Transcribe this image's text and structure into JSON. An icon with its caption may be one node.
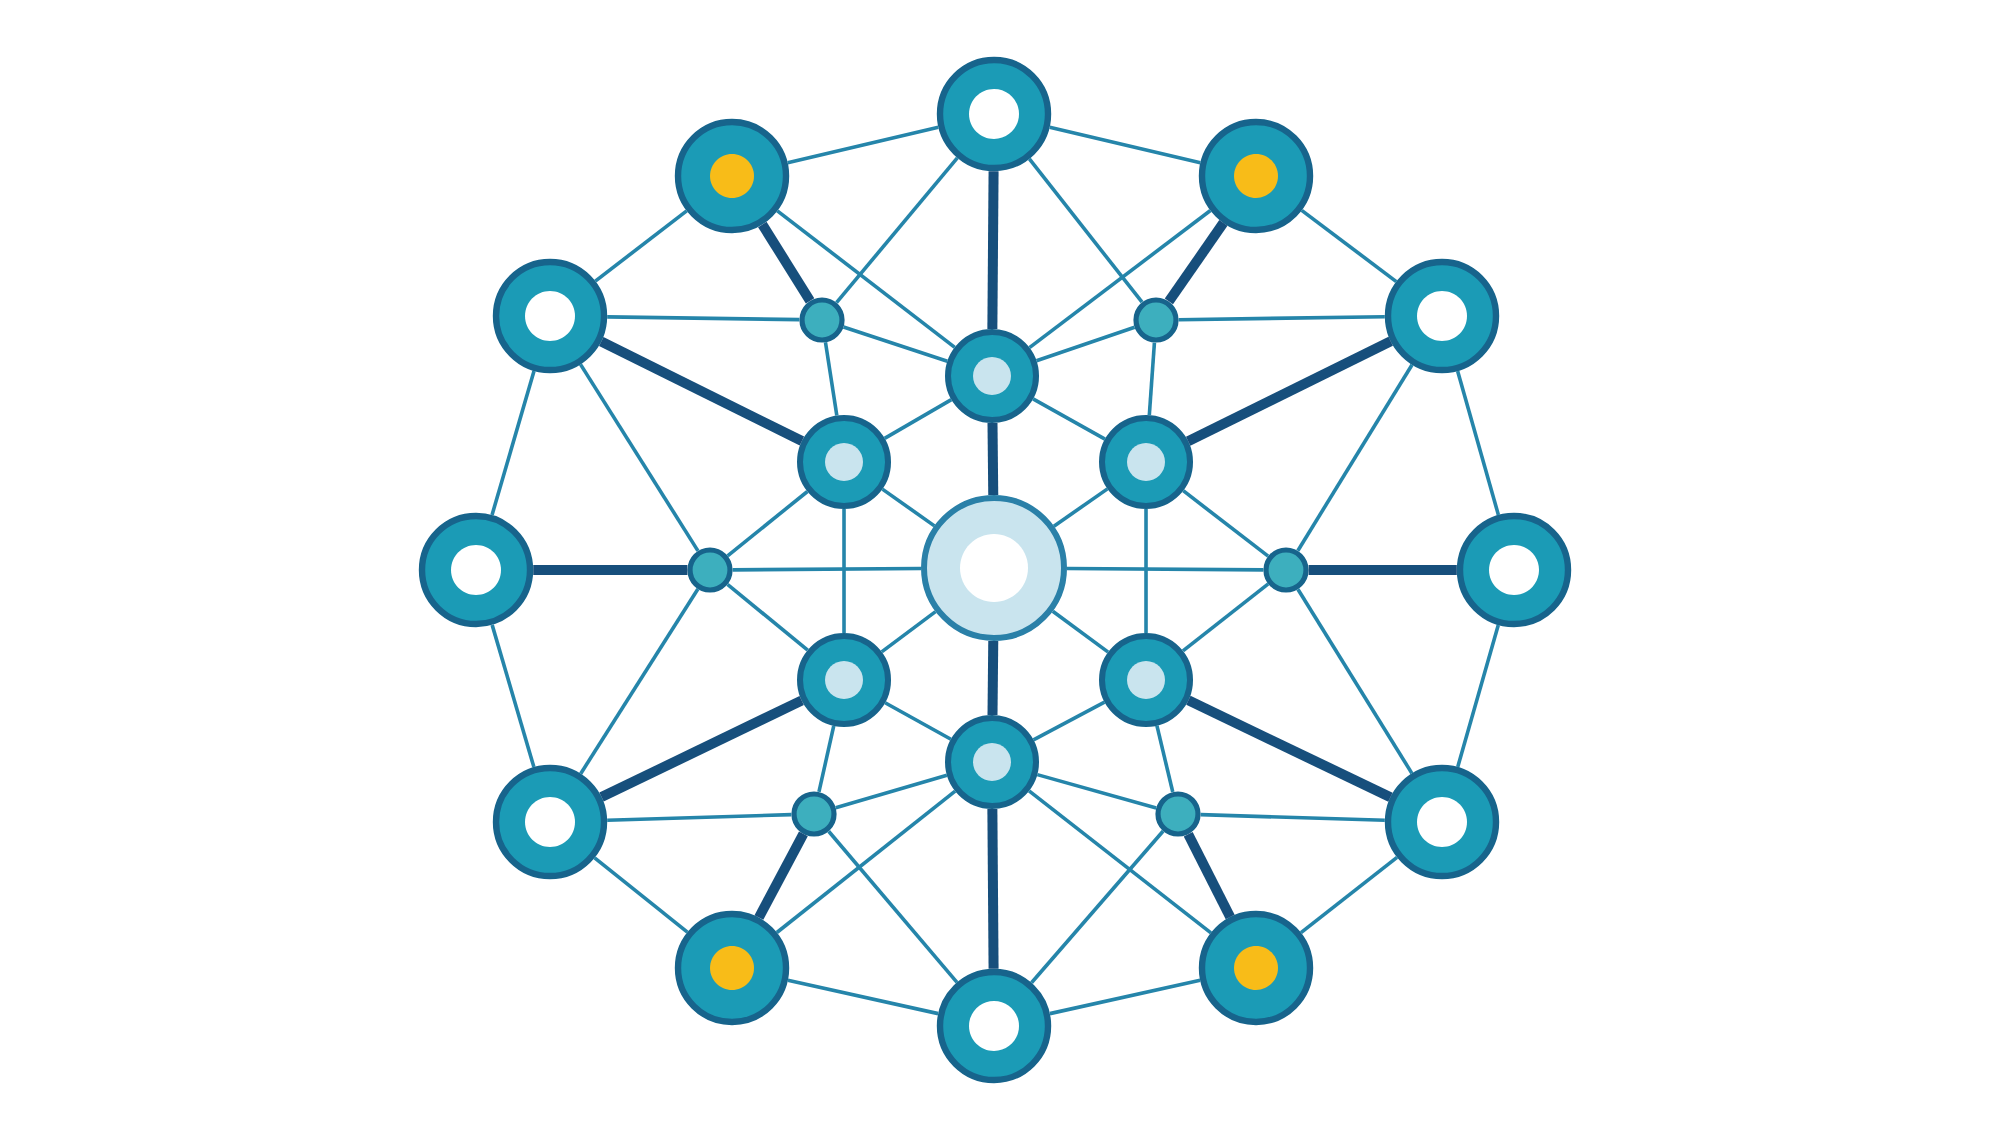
{
  "diagram": {
    "nodes": [
      {
        "text": [],
        "shape": "circle"
      },
      {
        "text": [],
        "shape": "circle"
      },
      {
        "text": [],
        "shape": "circle"
      },
      {
        "text": [],
        "shape": "circle"
      },
      {
        "text": [],
        "shape": "circle"
      },
      {
        "text": [],
        "shape": "circle"
      },
      {
        "text": [],
        "shape": "circle"
      },
      {
        "text": [],
        "shape": "circle"
      },
      {
        "text": [],
        "shape": "circle"
      },
      {
        "text": [],
        "shape": "circle"
      },
      {
        "text": [],
        "shape": "circle"
      },
      {
        "text": [],
        "shape": "circle"
      },
      {
        "text": [],
        "shape": "circle"
      },
      {
        "text": [],
        "shape": "circle"
      },
      {
        "text": [],
        "shape": "circle"
      },
      {
        "text": [],
        "shape": "circle"
      },
      {
        "text": [],
        "shape": "circle"
      },
      {
        "text": [],
        "shape": "circle"
      },
      {
        "text": [],
        "shape": "circle"
      },
      {
        "text": [],
        "shape": "circle"
      },
      {
        "text": [],
        "shape": "circle"
      },
      {
        "text": [],
        "shape": "circle"
      },
      {
        "text": [],
        "shape": "circle"
      },
      {
        "text": [],
        "shape": "circle"
      },
      {
        "text": [],
        "shape": "circle"
      }
    ],
    "edges": [
      {
        "from": 0,
        "to": 2,
        "arrow": "none"
      },
      {
        "from": 2,
        "to": 6,
        "arrow": "none"
      },
      {
        "from": 6,
        "to": 14,
        "arrow": "none"
      },
      {
        "from": 14,
        "to": 21,
        "arrow": "none"
      },
      {
        "from": 21,
        "to": 23,
        "arrow": "none"
      },
      {
        "from": 23,
        "to": 24,
        "arrow": "none"
      },
      {
        "from": 24,
        "to": 22,
        "arrow": "none"
      },
      {
        "from": 22,
        "to": 18,
        "arrow": "none"
      },
      {
        "from": 18,
        "to": 10,
        "arrow": "none"
      },
      {
        "from": 10,
        "to": 3,
        "arrow": "none"
      },
      {
        "from": 3,
        "to": 1,
        "arrow": "none"
      },
      {
        "from": 1,
        "to": 0,
        "arrow": "none"
      },
      {
        "from": 1,
        "to": 4,
        "arrow": "none",
        "style": "thick",
        "color": "#174f7c"
      },
      {
        "from": 2,
        "to": 5,
        "arrow": "none",
        "style": "thick",
        "color": "#174f7c"
      },
      {
        "from": 3,
        "to": 4,
        "arrow": "none"
      },
      {
        "from": 6,
        "to": 5,
        "arrow": "none"
      },
      {
        "from": 10,
        "to": 11,
        "arrow": "none",
        "style": "thick",
        "color": "#174f7c"
      },
      {
        "from": 14,
        "to": 13,
        "arrow": "none",
        "style": "thick",
        "color": "#174f7c"
      },
      {
        "from": 18,
        "to": 19,
        "arrow": "none"
      },
      {
        "from": 21,
        "to": 20,
        "arrow": "none"
      },
      {
        "from": 22,
        "to": 19,
        "arrow": "none",
        "style": "thick",
        "color": "#174f7c"
      },
      {
        "from": 23,
        "to": 20,
        "arrow": "none",
        "style": "thick",
        "color": "#174f7c"
      },
      {
        "from": 3,
        "to": 11,
        "arrow": "none"
      },
      {
        "from": 6,
        "to": 13,
        "arrow": "none"
      },
      {
        "from": 18,
        "to": 11,
        "arrow": "none"
      },
      {
        "from": 21,
        "to": 13,
        "arrow": "none"
      },
      {
        "from": 0,
        "to": 7,
        "arrow": "none",
        "style": "thick",
        "color": "#174f7c"
      },
      {
        "from": 24,
        "to": 17,
        "arrow": "none",
        "style": "thick",
        "color": "#174f7c"
      },
      {
        "from": 0,
        "to": 4,
        "arrow": "none"
      },
      {
        "from": 0,
        "to": 5,
        "arrow": "none"
      },
      {
        "from": 1,
        "to": 7,
        "arrow": "none"
      },
      {
        "from": 2,
        "to": 7,
        "arrow": "none"
      },
      {
        "from": 24,
        "to": 19,
        "arrow": "none"
      },
      {
        "from": 24,
        "to": 20,
        "arrow": "none"
      },
      {
        "from": 22,
        "to": 17,
        "arrow": "none"
      },
      {
        "from": 23,
        "to": 17,
        "arrow": "none"
      },
      {
        "from": 3,
        "to": 8,
        "arrow": "none",
        "style": "thick",
        "color": "#174f7c"
      },
      {
        "from": 6,
        "to": 9,
        "arrow": "none",
        "style": "thick",
        "color": "#174f7c"
      },
      {
        "from": 18,
        "to": 15,
        "arrow": "none",
        "style": "thick",
        "color": "#174f7c"
      },
      {
        "from": 21,
        "to": 16,
        "arrow": "none",
        "style": "thick",
        "color": "#174f7c"
      },
      {
        "from": 4,
        "to": 7,
        "arrow": "none"
      },
      {
        "from": 4,
        "to": 8,
        "arrow": "none"
      },
      {
        "from": 5,
        "to": 7,
        "arrow": "none"
      },
      {
        "from": 5,
        "to": 9,
        "arrow": "none"
      },
      {
        "from": 11,
        "to": 8,
        "arrow": "none"
      },
      {
        "from": 11,
        "to": 15,
        "arrow": "none"
      },
      {
        "from": 13,
        "to": 9,
        "arrow": "none"
      },
      {
        "from": 13,
        "to": 16,
        "arrow": "none"
      },
      {
        "from": 19,
        "to": 15,
        "arrow": "none"
      },
      {
        "from": 19,
        "to": 17,
        "arrow": "none"
      },
      {
        "from": 20,
        "to": 16,
        "arrow": "none"
      },
      {
        "from": 20,
        "to": 17,
        "arrow": "none"
      },
      {
        "from": 7,
        "to": 8,
        "arrow": "none"
      },
      {
        "from": 7,
        "to": 9,
        "arrow": "none"
      },
      {
        "from": 8,
        "to": 15,
        "arrow": "none"
      },
      {
        "from": 9,
        "to": 16,
        "arrow": "none"
      },
      {
        "from": 15,
        "to": 17,
        "arrow": "none"
      },
      {
        "from": 16,
        "to": 17,
        "arrow": "none"
      },
      {
        "from": 7,
        "to": 12,
        "arrow": "none",
        "style": "thick",
        "color": "#174f7c"
      },
      {
        "from": 8,
        "to": 12,
        "arrow": "none"
      },
      {
        "from": 9,
        "to": 12,
        "arrow": "none"
      },
      {
        "from": 15,
        "to": 12,
        "arrow": "none"
      },
      {
        "from": 16,
        "to": 12,
        "arrow": "none"
      },
      {
        "from": 17,
        "to": 12,
        "arrow": "none",
        "style": "thick",
        "color": "#174f7c"
      },
      {
        "from": 11,
        "to": 12,
        "arrow": "none"
      },
      {
        "from": 13,
        "to": 12,
        "arrow": "none"
      }
    ]
  }
}
